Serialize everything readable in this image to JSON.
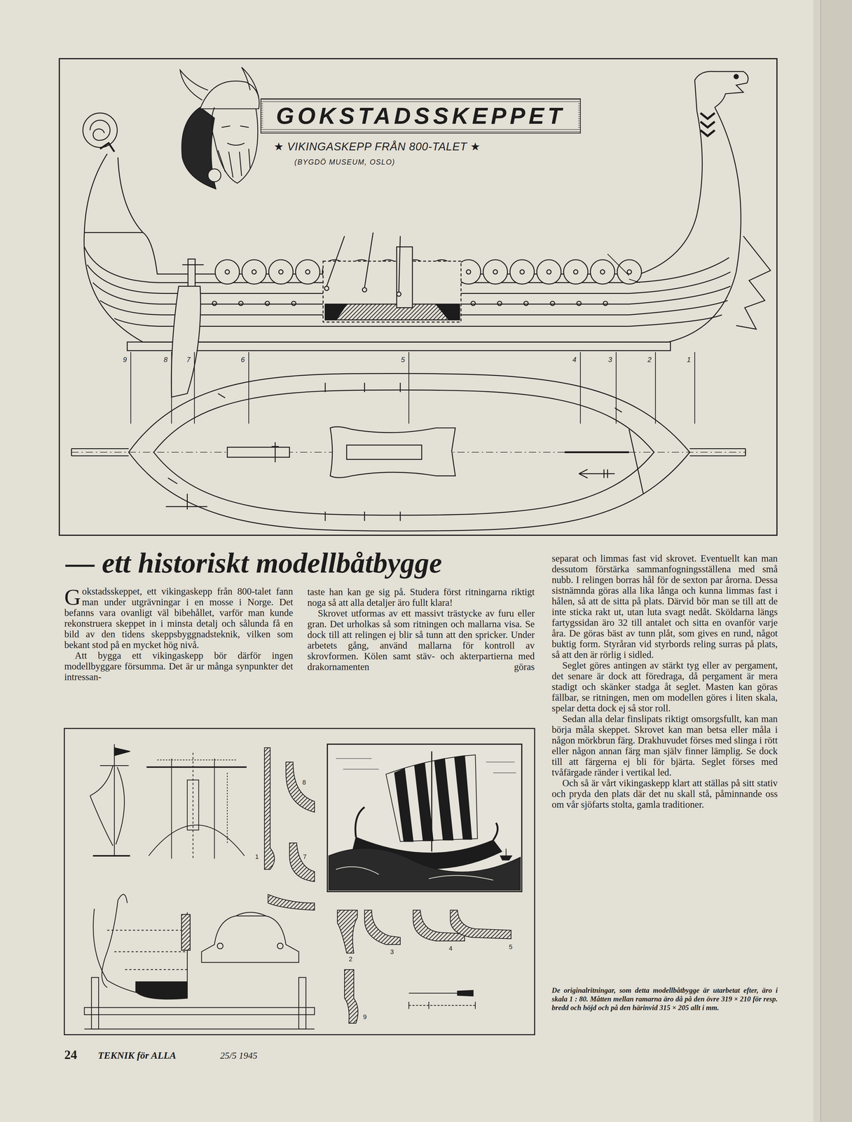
{
  "diagram": {
    "title": "GOKSTADSSKEPPET",
    "labels": [
      "★ VIKINGASKEPP FRÅN 800-TALET ★",
      "(BYGDÖ MUSEUM, OSLO)",
      "9",
      "8",
      "7",
      "6",
      "5",
      "4",
      "3",
      "2",
      "1",
      "— ett historiskt modellbåtbygge",
      "Gokstadsskeppet, ett vikingaskepp från 800-talet fann man under utgrävningar i en mosse i Norge. Det befanns vara ovanligt väl bibehållet, varför man kunde rekonstruera skeppet in i minsta detalj och sålunda få en bild av den tidens skeppsbyggnadsteknik, vilken som bekant stod på en mycket hög nivå.",
      "Att bygga ett vikingaskepp bör därför ingen modellbyggare försumma. Det är ur många synpunkter det intressan-",
      "taste han kan ge sig på. Studera först ritningarna riktigt noga så att alla detaljer äro fullt klara!",
      "Skrovet utformas av ett massivt trästycke av furu eller gran. Det urholkas så som ritningen och mallarna visa. Se dock till att relingen ej blir så tunn att den spricker. Under arbetets gång, använd mallarna för kontroll av skrovformen. Kölen samt stäv- och akterpartierna med drakornamenten göras",
      "separat och limmas fast vid skrovet. Eventuellt kan man dessutom förstärka sammanfogningsställena med små nubb. I relingen borras hål för de sexton par årorna. Dessa sistnämnda göras alla lika långa och kunna limmas fast i hålen, så att de sitta på plats. Därvid bör man se till att de inte sticka rakt ut, utan luta svagt nedåt. Sköldarna längs fartygssidan äro 32 till antalet och sitta en ovanför varje åra. De göras bäst av tunn plåt, som gives en rund, något buktig form. Styråran vid styrbords reling surras på plats, så att den är rörlig i sidled.",
      "Seglet göres antingen av stärkt tyg eller av pergament, det senare är dock att föredraga, då pergament är mera stadigt och skänker stadga åt seglet. Masten kan göras fällbar, se ritningen, men om modellen göres i liten skala, spelar detta dock ej så stor roll.",
      "Sedan alla delar finslipats riktigt omsorgsfullt, kan man börja måla skeppet. Skrovet kan man betsa eller måla i någon mörkbrun färg. Drakhuvudet förses med slinga i rött eller någon annan färg man själv finner lämplig. Se dock till att färgerna ej bli för bjärta. Seglet förses med tvåfärgade ränder i vertikal led.",
      "Och så är vårt vikingaskepp klart att ställas på sitt stativ och pryda den plats där det nu skall stå, påminnande oss om vår sjöfarts stolta, gamla traditioner.",
      "De originalritningar, som detta modellbåtbygge är utarbetat efter, äro i skala 1 : 80. Måtten mellan ramarna äro då på den övre 319 × 210 för resp. bredd och höjd och på den härinvid 315 × 205 allt i mm.",
      "8",
      "7",
      "1",
      "2",
      "3",
      "4",
      "5",
      "9",
      "24",
      "TEKNIK för ALLA",
      "25/5 1945"
    ]
  }
}
